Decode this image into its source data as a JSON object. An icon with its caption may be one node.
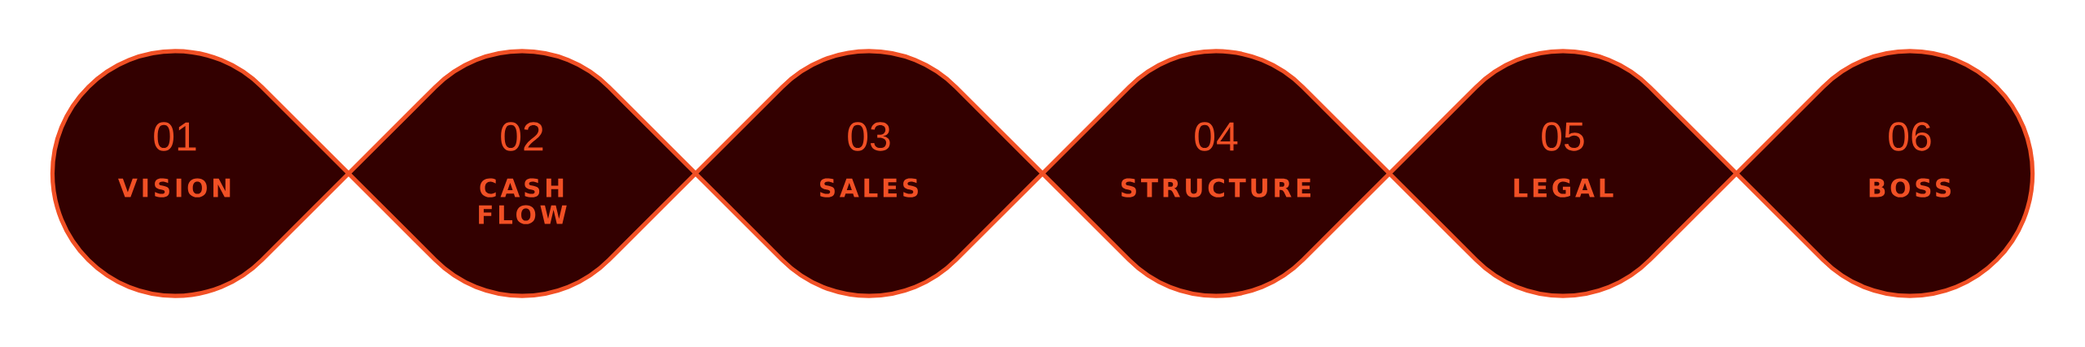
{
  "diagram": {
    "nodes": [
      {
        "text": [
          "01",
          "VISION"
        ]
      },
      {
        "text": [
          "02",
          "CASH FLOW"
        ]
      },
      {
        "text": [
          "03",
          "SALES"
        ]
      },
      {
        "text": [
          "04",
          "STRUCTURE"
        ]
      },
      {
        "text": [
          "05",
          "LEGAL"
        ]
      },
      {
        "text": [
          "06",
          "BOSS"
        ]
      }
    ]
  }
}
